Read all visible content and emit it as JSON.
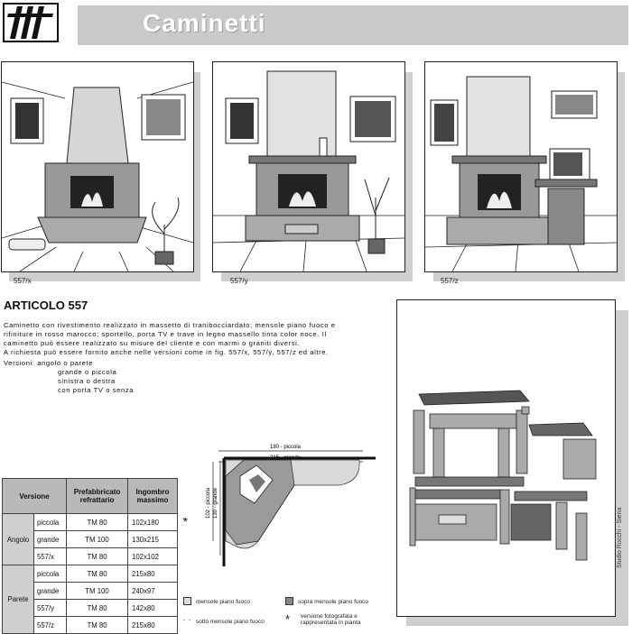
{
  "header": {
    "title": "Caminetti"
  },
  "captions": [
    "557/x",
    "557/y",
    "557/z"
  ],
  "article": {
    "heading": "ARTICOLO 557",
    "body_lines": [
      "Caminetto con rivestimento realizzato in massetto di tranibocciardato; mensole piano fuoco e",
      "rifiniture in rosso marocco; sportello, porta TV e trave in legno massello tinta color noce. Il",
      "caminetto può essere realizzato su misure del cliente e con marmi o graniti diversi.",
      "A richiesta può essere fornito anche nelle versioni come in fig. 557/x, 557/y, 557/z ed altre."
    ],
    "versions_label": "Versioni:  angolo o parete",
    "versions": [
      "grande o piccola",
      "sinistra o destra",
      "con porta TV o senza"
    ]
  },
  "table": {
    "headers": {
      "version": "Versione",
      "prefab": "Prefabbricato refrattario",
      "size": "Ingombro massimo"
    },
    "groups": [
      {
        "name": "Angolo",
        "rows": [
          {
            "version": "piccola",
            "prefab": "TM 80",
            "size": "102x180",
            "star": "*"
          },
          {
            "version": "grande",
            "prefab": "TM 100",
            "size": "130x215",
            "star": ""
          },
          {
            "version": "557/x",
            "prefab": "TM 80",
            "size": "102x102",
            "star": ""
          }
        ]
      },
      {
        "name": "Parete",
        "rows": [
          {
            "version": "piccola",
            "prefab": "TM 80",
            "size": "215x80",
            "star": ""
          },
          {
            "version": "grande",
            "prefab": "TM 100",
            "size": "240x97",
            "star": ""
          },
          {
            "version": "557/y",
            "prefab": "TM 80",
            "size": "142x80",
            "star": ""
          },
          {
            "version": "557/z",
            "prefab": "TM 80",
            "size": "215x80",
            "star": ""
          }
        ]
      }
    ]
  },
  "plan": {
    "top_dim_1": "180 - piccola",
    "top_dim_2": "215 - grande",
    "side_dim_1": "102 - piccola",
    "side_dim_2": "130 - grande"
  },
  "legend": {
    "item1": "mensole piano fuoco",
    "item2": "sopra mensole piano fuoco",
    "item3": "sotto mensole piano fuoco",
    "item4": "versione fotografata e rappresentata in pianta",
    "star": "*"
  },
  "credit": "Studio Rocchi - Siena"
}
